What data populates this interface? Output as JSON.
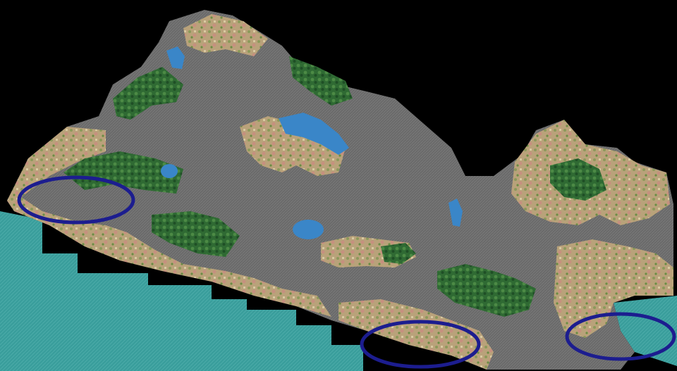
{
  "map": {
    "colors": {
      "background": "#000000",
      "terrain_gray": "#6d6d6d",
      "terrain_gray_light": "#8a8a8a",
      "sea_teal": "#3a9e9c",
      "lake_blue": "#3a86c8",
      "forest_green": "#2f6e34",
      "forest_light": "#5b9a4a",
      "agri_tan": "#c9b58a",
      "agri_brown": "#9a6b43",
      "agri_pink": "#c79a8e",
      "highlight_ring": "#1c1d8f"
    },
    "highlighted_areas": [
      {
        "id": "west-coast-area"
      },
      {
        "id": "central-coast-area"
      },
      {
        "id": "east-gulf-area"
      }
    ]
  }
}
